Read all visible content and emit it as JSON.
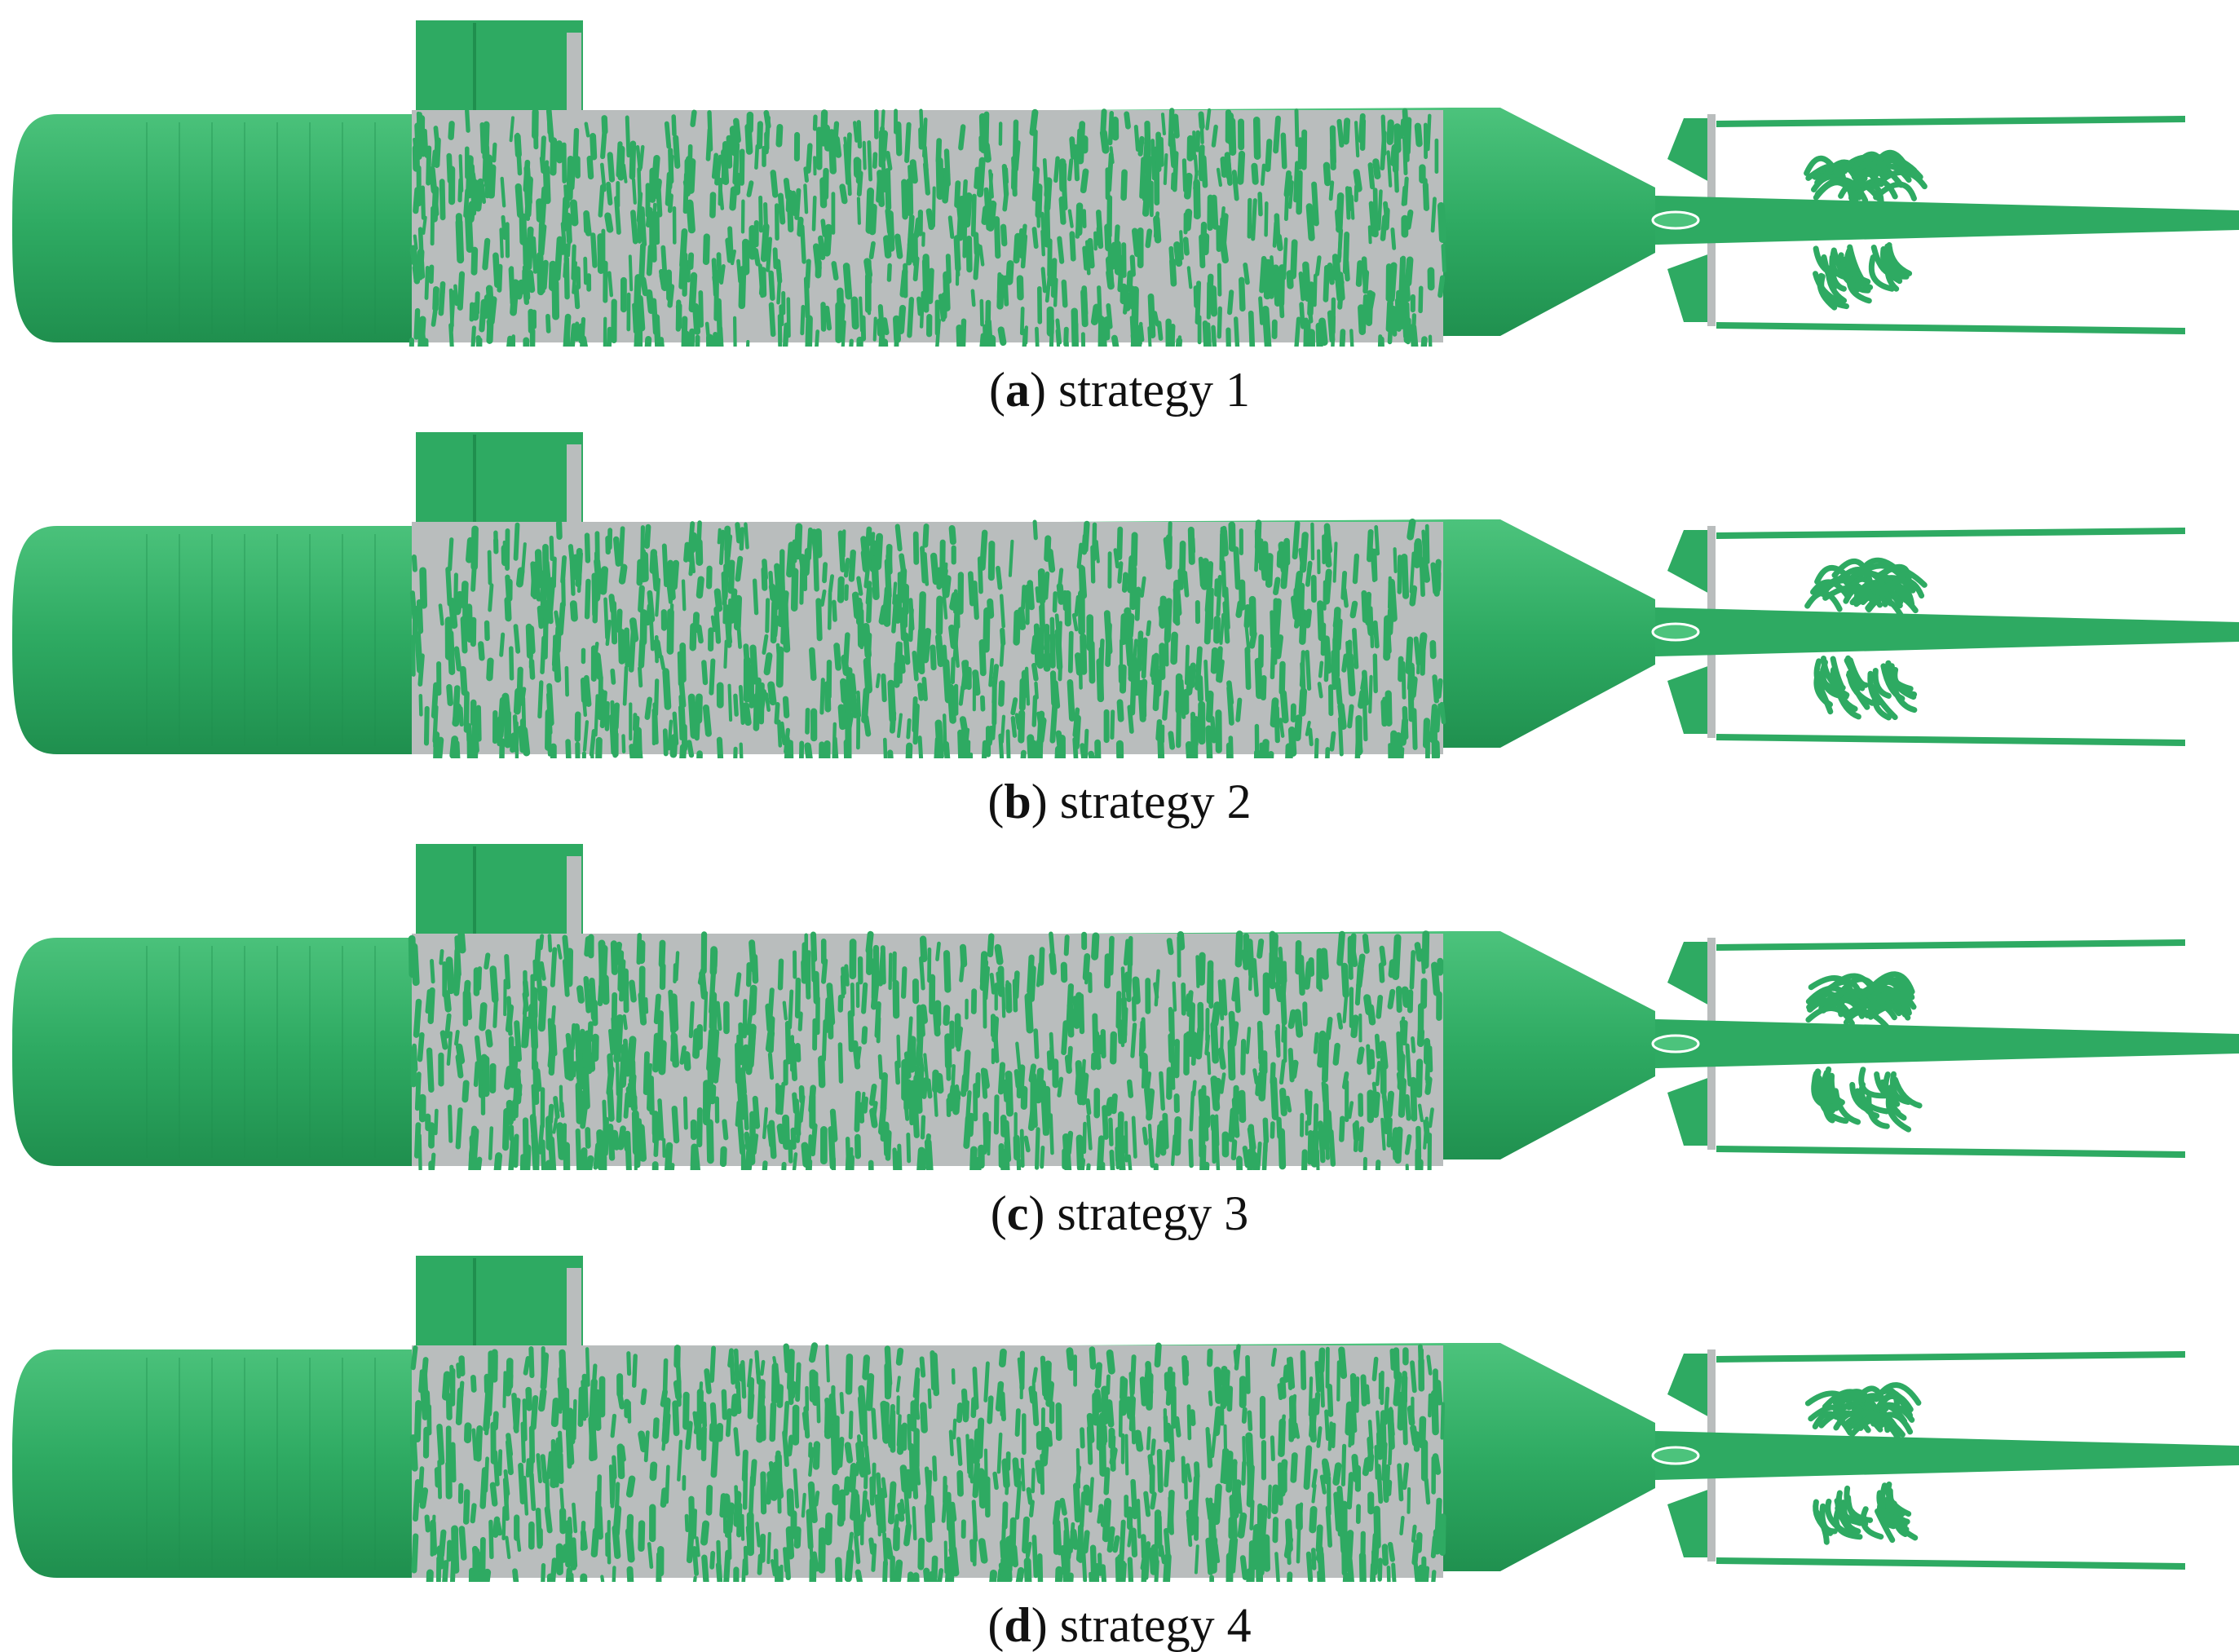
{
  "figure": {
    "colors": {
      "iso_surface": "#2eaa62",
      "iso_surface_dark": "#1f8f4e",
      "iso_surface_light": "#4cc37c",
      "hull_grey": "#b9bdbd",
      "background": "#ffffff"
    },
    "panels": [
      {
        "paren_open": "(",
        "letter": "a",
        "paren_close": ")",
        "label": " strategy 1"
      },
      {
        "paren_open": "(",
        "letter": "b",
        "paren_close": ")",
        "label": " strategy 2"
      },
      {
        "paren_open": "(",
        "letter": "c",
        "paren_close": ")",
        "label": " strategy 3"
      },
      {
        "paren_open": "(",
        "letter": "d",
        "paren_close": ")",
        "label": " strategy 4"
      }
    ]
  }
}
